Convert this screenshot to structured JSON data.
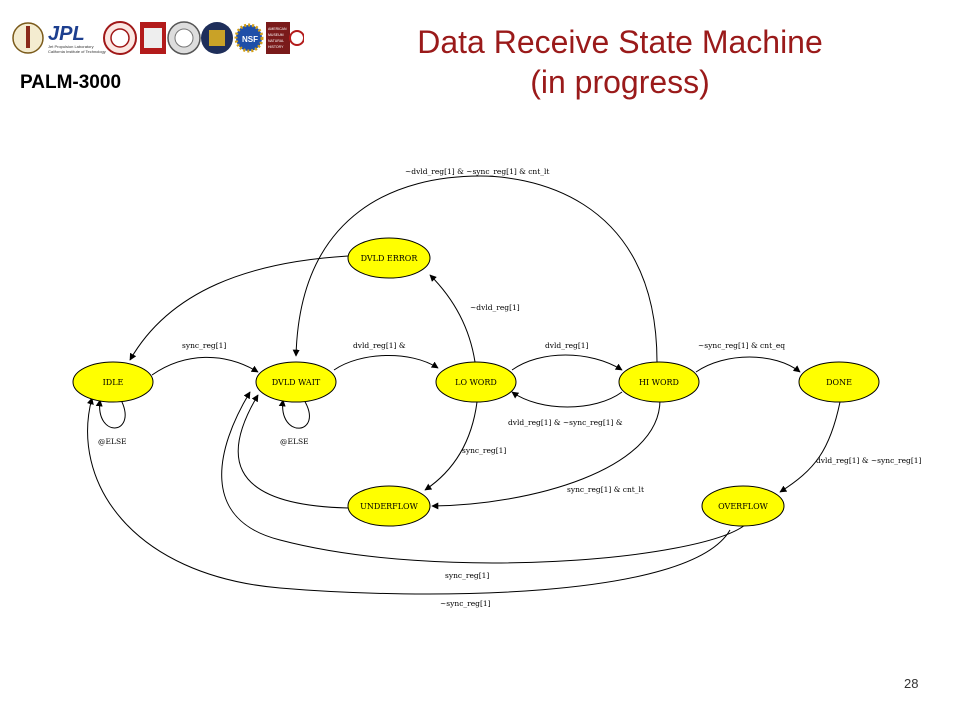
{
  "header": {
    "brand": "PALM-3000",
    "title_line1": "Data Receive State Machine",
    "title_line2": "(in progress)",
    "logos": [
      "palomar-seal-icon",
      "jpl-logo-icon",
      "caltech-seal-icon",
      "cornell-seal-icon",
      "university-seal-icon",
      "oxford-seal-icon",
      "nsf-logo-icon",
      "american-museum-natural-history-logo-icon",
      "palomar-logo-icon"
    ],
    "logo_texts": {
      "jpl": "JPL",
      "jpl_sub1": "Jet Propulsion Laboratory",
      "jpl_sub2": "California Institute of Technology",
      "nsf": "NSF",
      "amnh": [
        "AMERICAN",
        "MUSEUM",
        "NATURAL",
        "HISTORY"
      ]
    }
  },
  "diagram": {
    "nodes": {
      "idle": "IDLE",
      "dvld_wait": "DVLD WAIT",
      "lo_word": "LO WORD",
      "hi_word": "HI WORD",
      "done": "DONE",
      "dvld_error": "DVLD ERROR",
      "underflow": "UNDERFLOW",
      "overflow": "OVERFLOW"
    },
    "edges": {
      "top_loop": "~dvld_reg[1] & ~sync_reg[1] & cnt_lt",
      "idle_to_wait": "sync_reg[1]",
      "wait_to_lo": "dvld_reg[1] &",
      "lo_to_hi": "dvld_reg[1]",
      "hi_to_done": "~sync_reg[1] & cnt_eq",
      "lo_to_error": "~dvld_reg[1]",
      "hi_to_lo": "dvld_reg[1] & ~sync_reg[1] &",
      "idle_self": "@ELSE",
      "wait_self": "@ELSE",
      "lo_to_underflow": "sync_reg[1]",
      "hi_to_underflow": "sync_reg[1] & cnt_lt",
      "done_to_overflow": "dvld_reg[1] & ~sync_reg[1]",
      "overflow_to_wait": "sync_reg[1]",
      "overflow_to_idle": "~sync_reg[1]"
    }
  },
  "footer": {
    "page_number": "28"
  },
  "colors": {
    "title": "#9a1a1a",
    "node_fill": "#ffff00"
  }
}
